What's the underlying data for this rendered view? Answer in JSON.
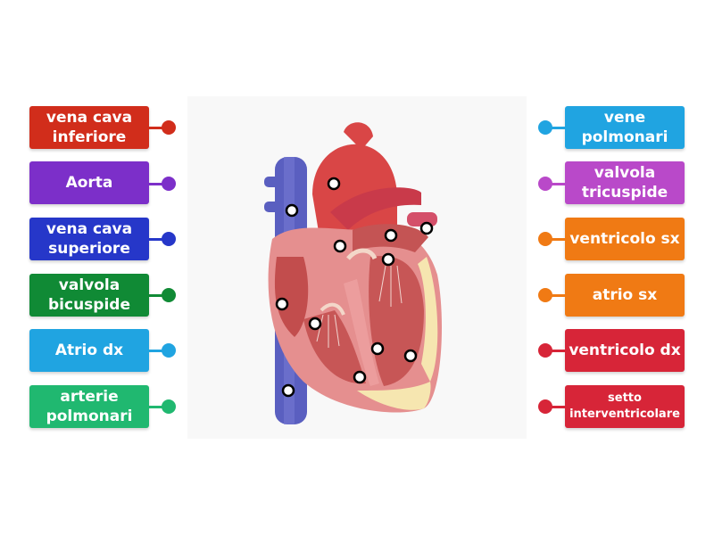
{
  "labels": {
    "left": [
      {
        "text": "vena cava\ninferiore",
        "color": "#d12d1b"
      },
      {
        "text": "Aorta",
        "color": "#7c2fc9"
      },
      {
        "text": "vena cava\nsuperiore",
        "color": "#2637c9"
      },
      {
        "text": "valvola\nbicuspide",
        "color": "#108a35"
      },
      {
        "text": "Atrio dx",
        "color": "#20a4e1"
      },
      {
        "text": "arterie\npolmonari",
        "color": "#20b870"
      }
    ],
    "right": [
      {
        "text": "vene\npolmonari",
        "color": "#20a4e1"
      },
      {
        "text": "valvola\ntricuspide",
        "color": "#b949c9"
      },
      {
        "text": "ventricolo sx",
        "color": "#f07a14"
      },
      {
        "text": "atrio sx",
        "color": "#f07a14"
      },
      {
        "text": "ventricolo dx",
        "color": "#d72538"
      },
      {
        "text": "setto\ninterventricolare",
        "color": "#d72538"
      }
    ]
  }
}
